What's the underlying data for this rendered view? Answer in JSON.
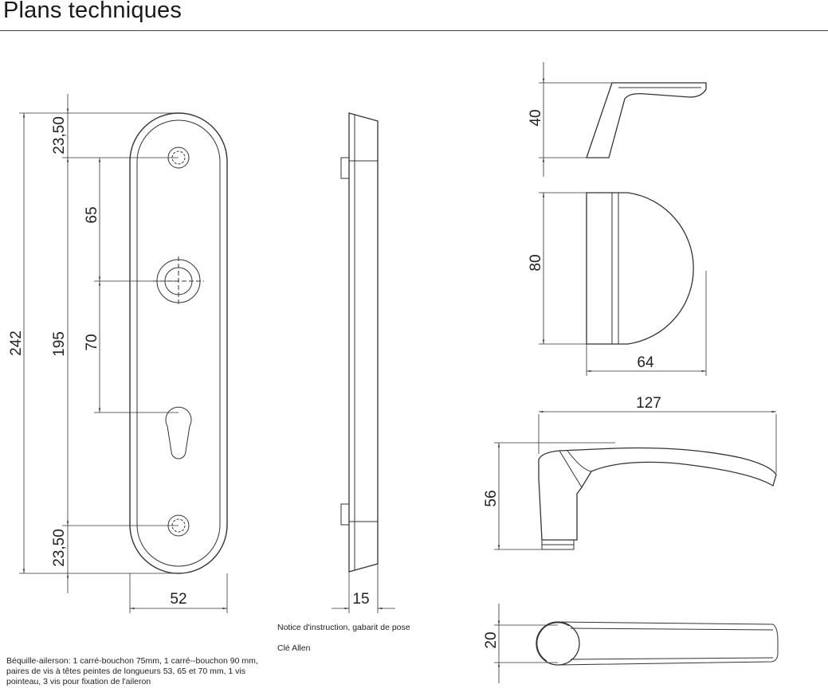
{
  "header": {
    "title": "Plans techniques"
  },
  "dimensions": {
    "total_height": "242",
    "hole_spacing": "195",
    "top_margin": "23,50",
    "bottom_margin": "23,50",
    "upper_gap": "65",
    "lower_gap": "70",
    "plate_width": "52",
    "plate_depth": "15",
    "rose_height": "40",
    "rose_diameter": "80",
    "rose_depth": "64",
    "lever_length": "127",
    "lever_height": "56",
    "lever_width": "20"
  },
  "notes": {
    "included": "Notice d'instruction, gabarit de pose",
    "allen_key": "Clé Allen",
    "parts": "Béquille-ailerson: 1 carré-bouchon 75mm, 1 carré--bouchon 90 mm, paires de vis à têtes peintes de longueurs 53, 65 et 70 mm, 1 vis pointeau, 3 vis pour fixation de l'aileron"
  }
}
